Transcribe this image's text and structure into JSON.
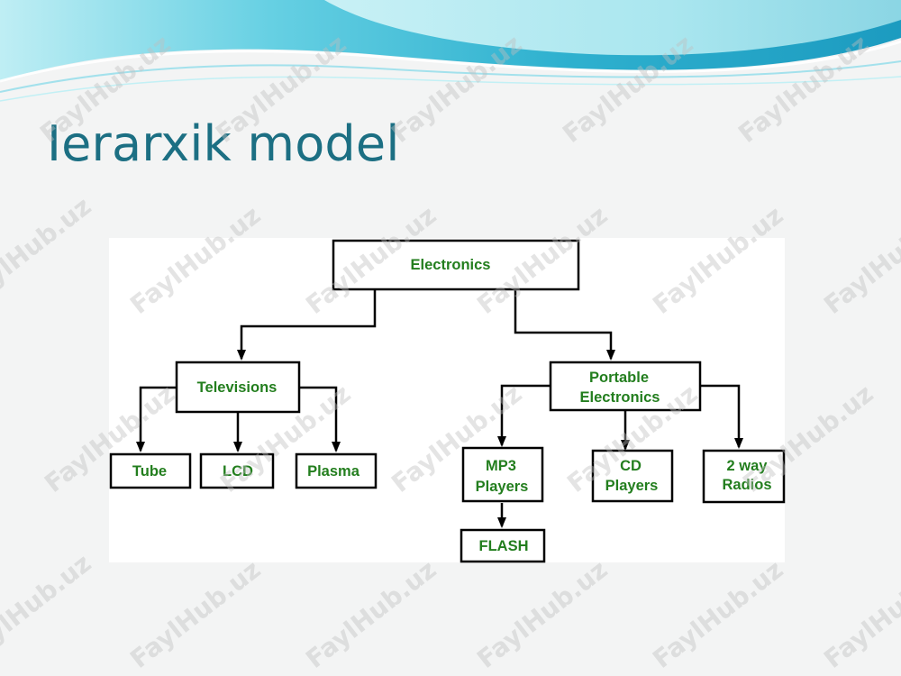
{
  "slide": {
    "title": "Ierarxik model",
    "watermark_text": "FaylHub.uz",
    "colors": {
      "title": "#1c6f83",
      "node_text": "#237e1e",
      "background": "#f3f4f4",
      "wave_light": "#bfeef4",
      "wave_mid": "#4fc5d9",
      "wave_dark": "#1c9bc0"
    }
  },
  "hierarchy": {
    "root": "Electronics",
    "level1": {
      "left": "Televisions",
      "right_line1": "Portable",
      "right_line2": "Electronics"
    },
    "televisions_children": [
      "Tube",
      "LCD",
      "Plasma"
    ],
    "portable_children": {
      "mp3_line1": "MP3",
      "mp3_line2": "Players",
      "cd_line1": "CD",
      "cd_line2": "Players",
      "radio_line1": "2 way",
      "radio_line2": "Radios"
    },
    "mp3_children": [
      "FLASH"
    ]
  }
}
